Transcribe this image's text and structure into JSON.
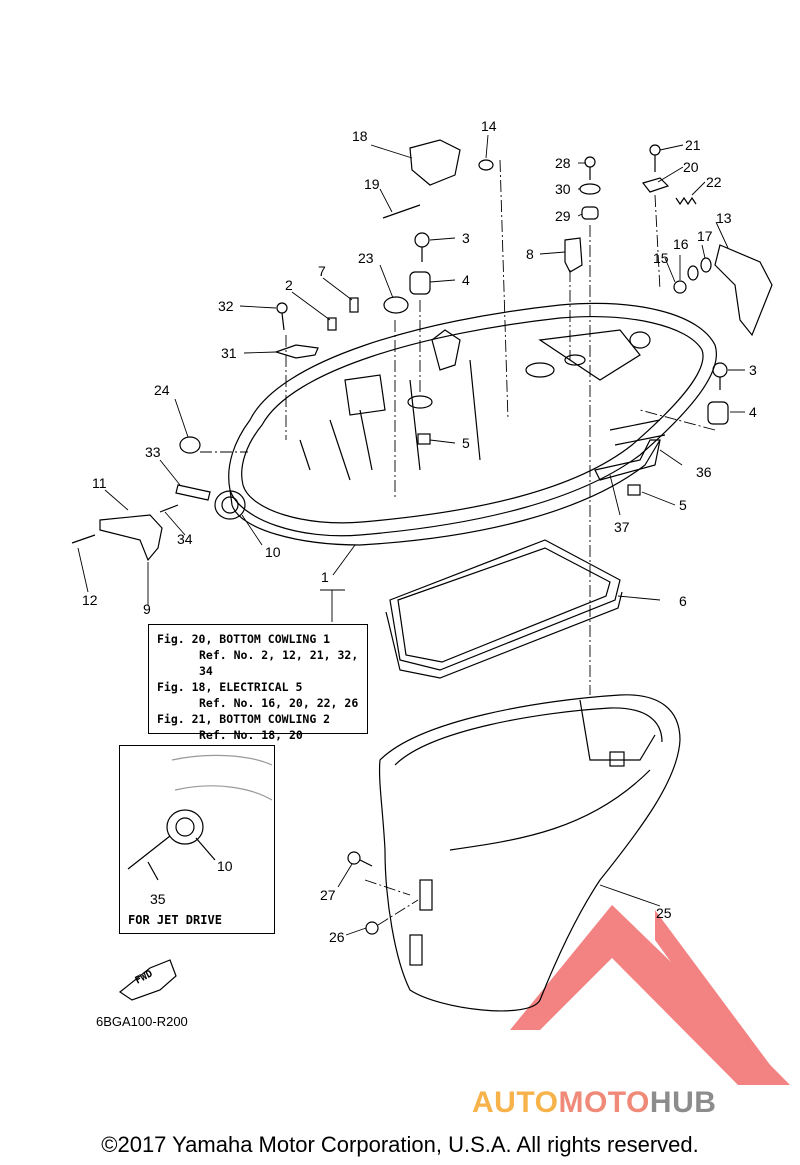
{
  "callouts": [
    {
      "n": "1"
    },
    {
      "n": "2"
    },
    {
      "n": "3"
    },
    {
      "n": "3"
    },
    {
      "n": "4"
    },
    {
      "n": "4"
    },
    {
      "n": "5"
    },
    {
      "n": "5"
    },
    {
      "n": "6"
    },
    {
      "n": "7"
    },
    {
      "n": "8"
    },
    {
      "n": "9"
    },
    {
      "n": "10"
    },
    {
      "n": "10"
    },
    {
      "n": "11"
    },
    {
      "n": "12"
    },
    {
      "n": "13"
    },
    {
      "n": "14"
    },
    {
      "n": "15"
    },
    {
      "n": "16"
    },
    {
      "n": "17"
    },
    {
      "n": "18"
    },
    {
      "n": "19"
    },
    {
      "n": "20"
    },
    {
      "n": "21"
    },
    {
      "n": "22"
    },
    {
      "n": "23"
    },
    {
      "n": "24"
    },
    {
      "n": "25"
    },
    {
      "n": "26"
    },
    {
      "n": "27"
    },
    {
      "n": "28"
    },
    {
      "n": "29"
    },
    {
      "n": "30"
    },
    {
      "n": "31"
    },
    {
      "n": "32"
    },
    {
      "n": "33"
    },
    {
      "n": "34"
    },
    {
      "n": "35"
    },
    {
      "n": "36"
    },
    {
      "n": "37"
    }
  ],
  "reference_box": {
    "line1": "Fig. 20, BOTTOM COWLING 1",
    "line2": "Ref. No. 2, 12, 21, 32, 34",
    "line3": "Fig. 18, ELECTRICAL 5",
    "line4": "Ref. No. 16, 20, 22, 26",
    "line5": "Fig. 21, BOTTOM COWLING 2",
    "line6": "Ref. No. 18, 20"
  },
  "inset": {
    "label": "FOR JET DRIVE"
  },
  "fwd_label": "FWD",
  "diagram_code": "6BGA100-R200",
  "watermark": {
    "part1": "AUTO",
    "part2": "MOTO",
    "part3": "HUB",
    "color1": "#f7b24a",
    "color2": "#f08a78",
    "color3": "#8c8c8c",
    "triangle": "#f26d6d"
  },
  "copyright": "©2017 Yamaha Motor Corporation, U.S.A. All rights reserved."
}
